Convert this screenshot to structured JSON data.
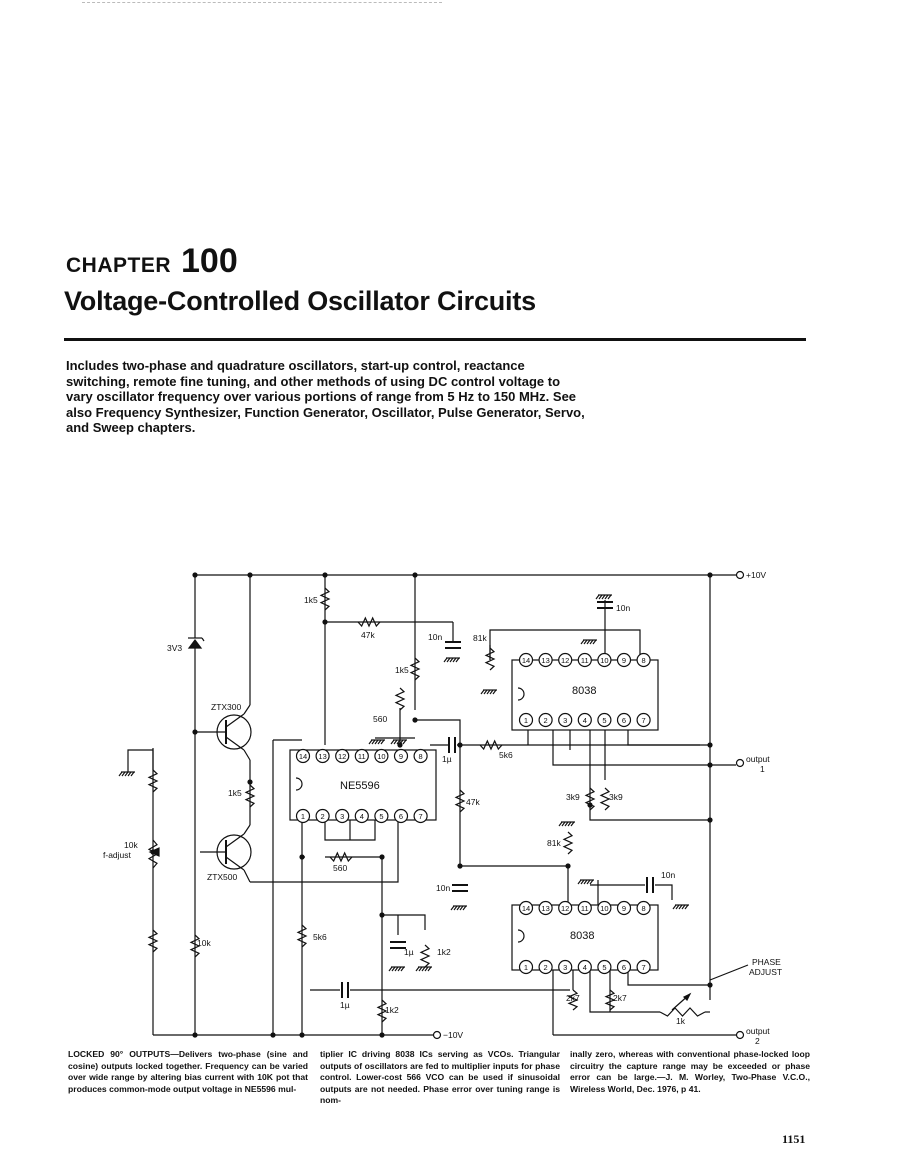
{
  "chapter": {
    "label": "CHAPTER",
    "number": "100",
    "title": "Voltage-Controlled Oscillator Circuits"
  },
  "intro": "Includes two-phase and quadrature oscillators, start-up control, reactance switching, remote fine tuning, and other methods of using DC control voltage to vary oscillator frequency over various portions of range from 5 Hz to 150 MHz. See also Frequency Synthesizer, Function Generator, Oscillator, Pulse Generator, Servo, and Sweep chapters.",
  "schematic": {
    "supply_pos": "+10V",
    "supply_neg": "−10V",
    "output1": "output",
    "output1_num": "1",
    "output2": "output",
    "output2_num": "2",
    "phase_adjust_1": "PHASE",
    "phase_adjust_2": "ADJUST",
    "f_adjust_1": "10k",
    "f_adjust_2": "f-adjust",
    "zener": "3V3",
    "q1": "ZTX300",
    "q2": "ZTX500",
    "ic_ne": "NE5596",
    "ic_8038_top": "8038",
    "ic_8038_bottom": "8038",
    "top_pins": [
      "14",
      "13",
      "12",
      "11",
      "10",
      "9",
      "8"
    ],
    "bottom_pins": [
      "1",
      "2",
      "3",
      "4",
      "5",
      "6",
      "7"
    ],
    "components": {
      "r_1k5_top": "1k5",
      "r_47k_top": "47k",
      "c_10n_mid": "10n",
      "r_1k5_mid": "1k5",
      "r_560_a": "560",
      "c_1u_a": "1µ",
      "r_5k6_a": "5k6",
      "r_81k_top": "81k",
      "c_10n_top": "10n",
      "r_1k5_q": "1k5",
      "r_560_b": "560",
      "r_47k_right": "47k",
      "r_3k9_a": "3k9",
      "r_3k9_b": "3k9",
      "r_81k_bottom": "81k",
      "c_10n_bottom": "10n",
      "c_10n_right": "10n",
      "r_10k": "10k",
      "r_5k6_b": "5k6",
      "c_1u_b": "1µ",
      "r_1k2_a": "1k2",
      "r_1k2_b": "1k2",
      "c_1u_c": "1µ",
      "r_2k7_a": "2k7",
      "r_2k7_b": "2k7",
      "pot_1k": "1k"
    }
  },
  "caption": {
    "col1": "LOCKED 90° OUTPUTS—Delivers two-phase (sine and cosine) outputs locked together. Frequency can be varied over wide range by altering bias current with 10K pot that produces common-mode output voltage in NE5596 mul-",
    "col2": "tiplier IC driving 8038 ICs serving as VCOs. Triangular outputs of oscillators are fed to multiplier inputs for phase control. Lower-cost 566 VCO can be used if sinusoidal outputs are not needed. Phase error over tuning range is nom-",
    "col3": "inally zero, whereas with conventional phase-locked loop circuitry the capture range may be exceeded or phase error can be large.—J. M. Worley, Two-Phase V.C.O., Wireless World, Dec. 1976, p 41."
  },
  "page_number": "1151"
}
